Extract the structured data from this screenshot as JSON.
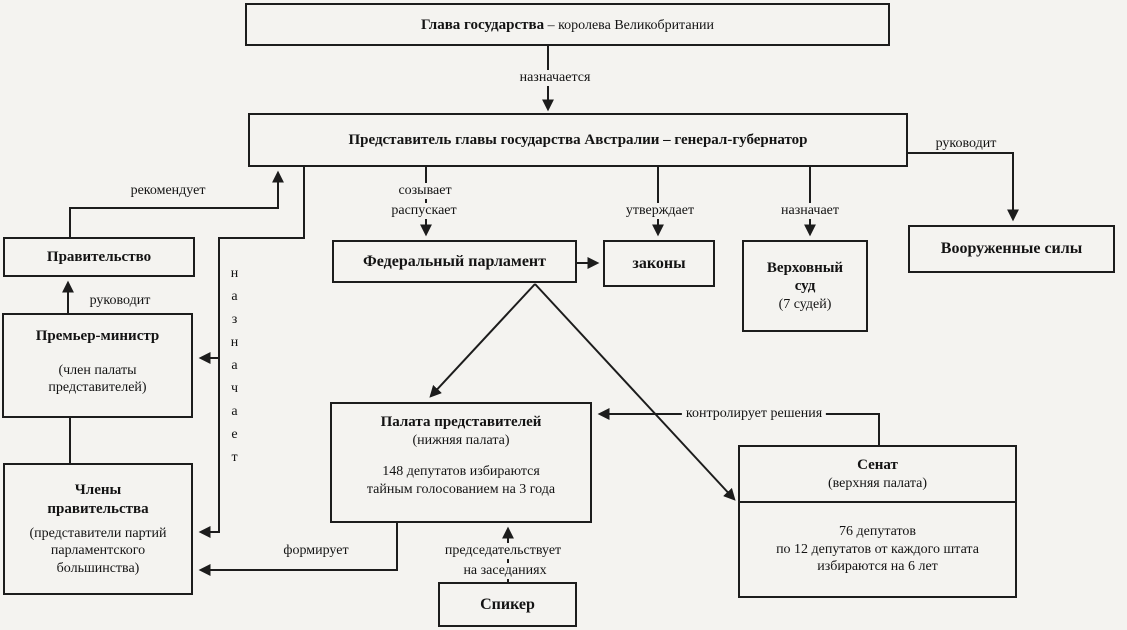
{
  "diagram": {
    "nodes": {
      "head_of_state": {
        "title": "Глава государства",
        "suffix": " – королева Великобритании"
      },
      "governor": {
        "title": "Представитель главы государства Австралии – генерал-губернатор"
      },
      "government": {
        "title": "Правительство"
      },
      "prime_minister": {
        "title": "Премьер-министр",
        "note": "(член палаты представителей)"
      },
      "cabinet_members": {
        "title": "Члены правительства",
        "note": "(представители партий парламентского большинства)"
      },
      "federal_parliament": {
        "title": "Федеральный парламент"
      },
      "laws": {
        "title": "законы"
      },
      "supreme_court": {
        "title": "Верховный суд",
        "note": "(7 судей)"
      },
      "armed_forces": {
        "title": "Вооруженные силы"
      },
      "house": {
        "title": "Палата представителей",
        "note": "(нижняя палата)",
        "body_line1": "148 депутатов избираются",
        "body_line2": "тайным голосованием на 3 года"
      },
      "senate": {
        "title": "Сенат",
        "note": "(верхняя палата)",
        "body_line1": "76 депутатов",
        "body_line2": "по 12 депутатов от каждого штата",
        "body_line3": "избираются на 6 лет"
      },
      "speaker": {
        "title": "Спикер"
      }
    },
    "edges": {
      "appointed": "назначается",
      "recommends": "рекомендует",
      "appoints_vertical": "назначает",
      "leads_government": "руководит",
      "convenes": "созывает",
      "dissolves": "распускает",
      "approves": "утверждает",
      "appoints_court": "назначает",
      "leads_forces": "руководит",
      "controls_decisions": "контролирует решения",
      "forms": "формирует",
      "chairs_line1": "председательствует",
      "chairs_line2": "на заседаниях"
    },
    "colors": {
      "background": "#f4f3f0",
      "line": "#1c1c1c",
      "box_border": "#1c1c1c",
      "text": "#131313"
    }
  }
}
